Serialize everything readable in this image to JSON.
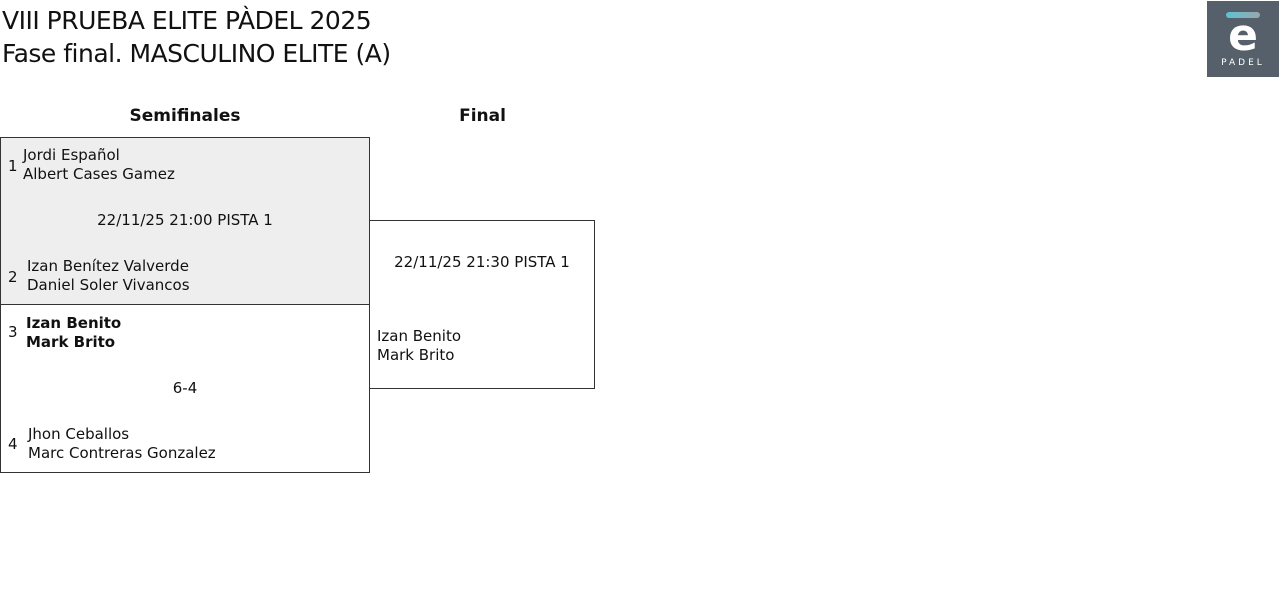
{
  "header": {
    "title": "VIII PRUEBA ELITE PÀDEL 2025",
    "subtitle": "Fase final. MASCULINO ELITE (A)",
    "logo_text": "e",
    "logo_sub": "PADEL"
  },
  "columns": [
    "Semifinales",
    "Final"
  ],
  "semifinals": [
    {
      "seed_a": "1",
      "team_a": [
        "Jordi Español",
        "Albert Cases Gamez"
      ],
      "info": "22/11/25 21:00 PISTA 1",
      "seed_b": "2",
      "team_b": [
        "Izan Benítez Valverde",
        "Daniel Soler Vivancos"
      ]
    },
    {
      "seed_a": "3",
      "team_a": [
        "Izan Benito",
        "Mark Brito"
      ],
      "info": "6-4",
      "seed_b": "4",
      "team_b": [
        "Jhon Ceballos",
        "Marc Contreras Gonzalez"
      ]
    }
  ],
  "final": {
    "info": "22/11/25 21:30 PISTA 1",
    "team_b": [
      "Izan Benito",
      "Mark Brito"
    ]
  }
}
